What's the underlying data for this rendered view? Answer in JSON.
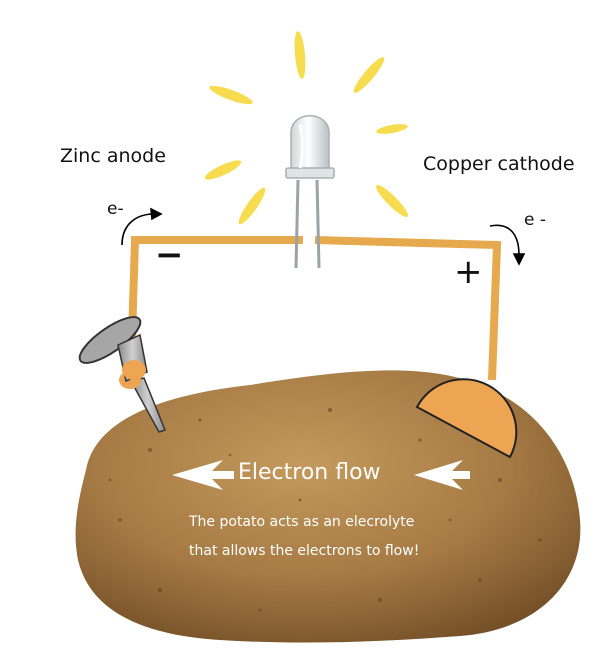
{
  "labels": {
    "anode": "Zinc anode",
    "cathode": "Copper cathode",
    "electron_left": "e-",
    "electron_right": "e -",
    "negative_terminal": "−",
    "positive_terminal": "+",
    "flow": "Electron flow",
    "note_line_1": "The potato acts as an elecrolyte",
    "note_line_2": "that allows the electrons to flow!"
  },
  "colors": {
    "wire": "#e6a94d",
    "copper_disc": "#eea553",
    "nail": "#a6a6a6",
    "light_rays": "#f6dc4e",
    "potato": "#a67a44",
    "flow_arrows": "#ffffff"
  },
  "icons": {
    "led": "led-bulb-icon",
    "nail": "zinc-nail-icon",
    "copper": "copper-coin-icon",
    "potato": "potato-icon"
  }
}
